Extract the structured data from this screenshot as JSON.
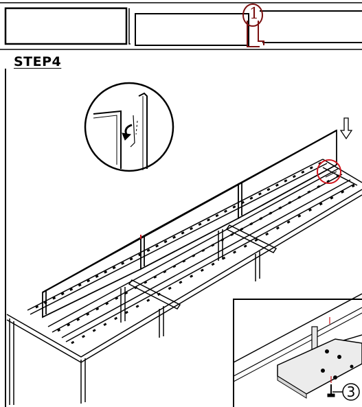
{
  "step": {
    "title": "STEP4"
  },
  "previous_step_reference": {
    "label": "1"
  },
  "detail_callout": {
    "label": "3"
  },
  "icons": {
    "down_arrow": "down-arrow-icon",
    "screw": "screw-icon"
  },
  "colors": {
    "line": "#000000",
    "highlight": "#d0141c",
    "reference": "#7a1010"
  }
}
